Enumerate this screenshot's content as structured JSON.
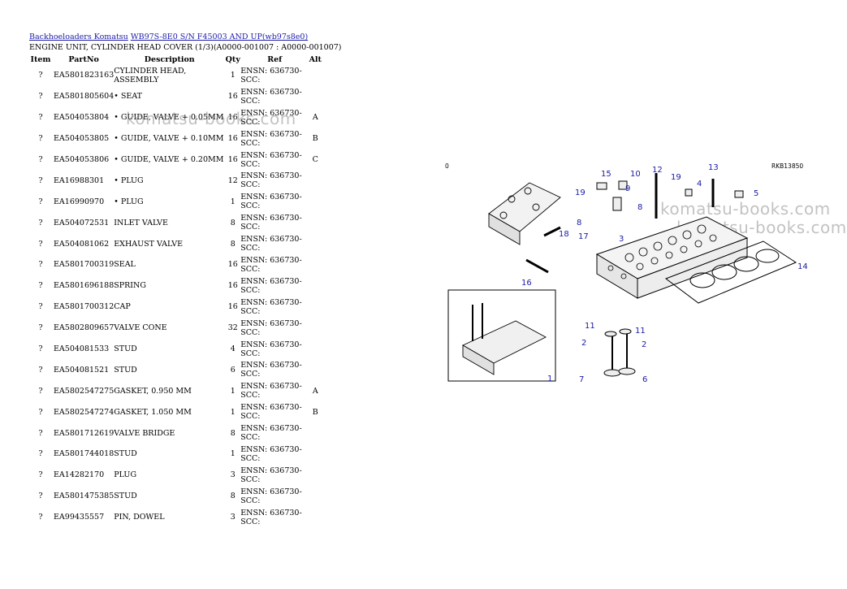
{
  "breadcrumb": {
    "link1": "Backhoeloaders Komatsu",
    "link2": "WB97S-8E0 S/N F45003 AND UP(wb97s8e0)"
  },
  "subtitle": "ENGINE UNIT, CYLINDER HEAD COVER (1/3)(A0000-001007 : A0000-001007)",
  "columns": [
    "Item",
    "PartNo",
    "Description",
    "Qty",
    "Ref",
    "Alt"
  ],
  "rows": [
    {
      "item": "?",
      "partno": "EA5801823163",
      "desc": "CYLINDER HEAD, ASSEMBLY",
      "qty": "1",
      "ref1": "ENSN: 636730-",
      "ref2": "SCC:",
      "alt": ""
    },
    {
      "item": "?",
      "partno": "EA5801805604",
      "desc": "• SEAT",
      "qty": "16",
      "ref1": "ENSN: 636730-",
      "ref2": "SCC:",
      "alt": ""
    },
    {
      "item": "?",
      "partno": "EA504053804",
      "desc": "• GUIDE, VALVE + 0.05MM",
      "qty": "16",
      "ref1": "ENSN: 636730-",
      "ref2": "SCC:",
      "alt": "A"
    },
    {
      "item": "?",
      "partno": "EA504053805",
      "desc": "• GUIDE, VALVE + 0.10MM",
      "qty": "16",
      "ref1": "ENSN: 636730-",
      "ref2": "SCC:",
      "alt": "B"
    },
    {
      "item": "?",
      "partno": "EA504053806",
      "desc": "• GUIDE, VALVE + 0.20MM",
      "qty": "16",
      "ref1": "ENSN: 636730-",
      "ref2": "SCC:",
      "alt": "C"
    },
    {
      "item": "?",
      "partno": "EA16988301",
      "desc": "• PLUG",
      "qty": "12",
      "ref1": "ENSN: 636730-",
      "ref2": "SCC:",
      "alt": ""
    },
    {
      "item": "?",
      "partno": "EA16990970",
      "desc": "• PLUG",
      "qty": "1",
      "ref1": "ENSN: 636730-",
      "ref2": "SCC:",
      "alt": ""
    },
    {
      "item": "?",
      "partno": "EA504072531",
      "desc": "INLET VALVE",
      "qty": "8",
      "ref1": "ENSN: 636730-",
      "ref2": "SCC:",
      "alt": ""
    },
    {
      "item": "?",
      "partno": "EA504081062",
      "desc": "EXHAUST VALVE",
      "qty": "8",
      "ref1": "ENSN: 636730-",
      "ref2": "SCC:",
      "alt": ""
    },
    {
      "item": "?",
      "partno": "EA5801700319",
      "desc": "SEAL",
      "qty": "16",
      "ref1": "ENSN: 636730-",
      "ref2": "SCC:",
      "alt": ""
    },
    {
      "item": "?",
      "partno": "EA5801696188",
      "desc": "SPRING",
      "qty": "16",
      "ref1": "ENSN: 636730-",
      "ref2": "SCC:",
      "alt": ""
    },
    {
      "item": "?",
      "partno": "EA5801700312",
      "desc": "CAP",
      "qty": "16",
      "ref1": "ENSN: 636730-",
      "ref2": "SCC:",
      "alt": ""
    },
    {
      "item": "?",
      "partno": "EA5802809657",
      "desc": "VALVE CONE",
      "qty": "32",
      "ref1": "ENSN: 636730-",
      "ref2": "SCC:",
      "alt": ""
    },
    {
      "item": "?",
      "partno": "EA504081533",
      "desc": "STUD",
      "qty": "4",
      "ref1": "ENSN: 636730-",
      "ref2": "SCC:",
      "alt": ""
    },
    {
      "item": "?",
      "partno": "EA504081521",
      "desc": "STUD",
      "qty": "6",
      "ref1": "ENSN: 636730-",
      "ref2": "SCC:",
      "alt": ""
    },
    {
      "item": "?",
      "partno": "EA5802547275",
      "desc": "GASKET, 0.950 MM",
      "qty": "1",
      "ref1": "ENSN: 636730-",
      "ref2": "SCC:",
      "alt": "A"
    },
    {
      "item": "?",
      "partno": "EA5802547274",
      "desc": "GASKET, 1.050 MM",
      "qty": "1",
      "ref1": "ENSN: 636730-",
      "ref2": "SCC:",
      "alt": "B"
    },
    {
      "item": "?",
      "partno": "EA5801712619",
      "desc": "VALVE BRIDGE",
      "qty": "8",
      "ref1": "ENSN: 636730-",
      "ref2": "SCC:",
      "alt": ""
    },
    {
      "item": "?",
      "partno": "EA5801744018",
      "desc": "STUD",
      "qty": "1",
      "ref1": "ENSN: 636730-",
      "ref2": "SCC:",
      "alt": ""
    },
    {
      "item": "?",
      "partno": "EA14282170",
      "desc": "PLUG",
      "qty": "3",
      "ref1": "ENSN: 636730-",
      "ref2": "SCC:",
      "alt": ""
    },
    {
      "item": "?",
      "partno": "EA5801475385",
      "desc": "STUD",
      "qty": "8",
      "ref1": "ENSN: 636730-",
      "ref2": "SCC:",
      "alt": ""
    },
    {
      "item": "?",
      "partno": "EA99435557",
      "desc": "PIN, DOWEL",
      "qty": "3",
      "ref1": "ENSN: 636730-",
      "ref2": "SCC:",
      "alt": ""
    }
  ],
  "watermark": "komatsu-books.com",
  "diagram": {
    "corner_left": "0",
    "corner_right": "RKB13850",
    "callouts": [
      "15",
      "10",
      "12",
      "19",
      "13",
      "4",
      "5",
      "9",
      "19",
      "8",
      "8",
      "18",
      "17",
      "3",
      "14",
      "16",
      "11",
      "11",
      "2",
      "2",
      "7",
      "6",
      "1"
    ]
  }
}
